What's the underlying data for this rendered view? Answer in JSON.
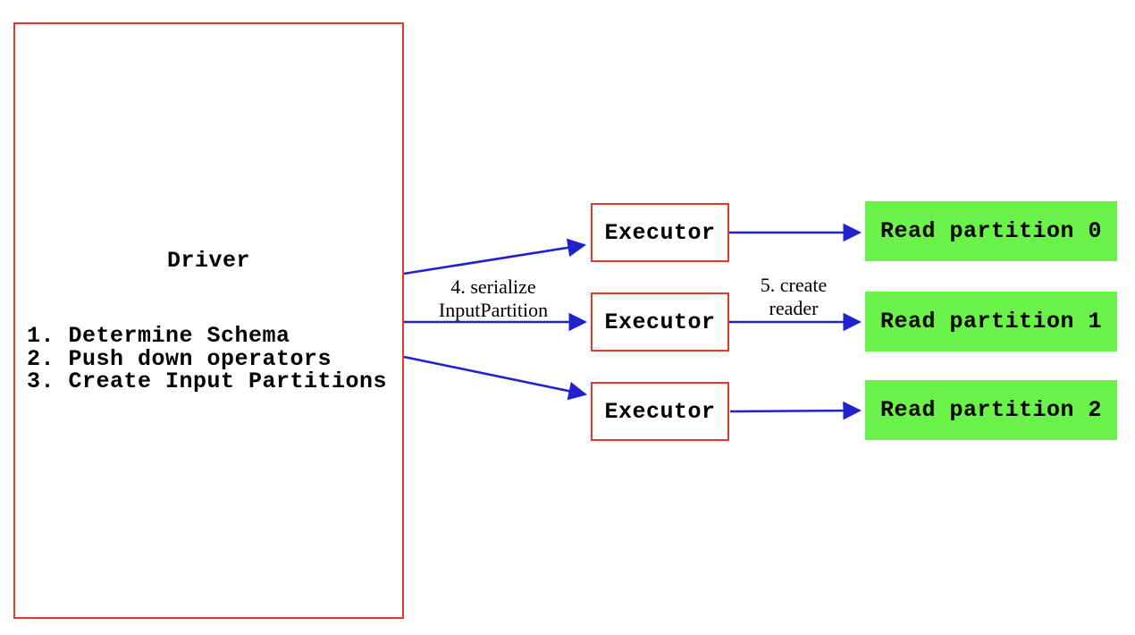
{
  "diagram": {
    "driver": {
      "title": "Driver",
      "steps": [
        "1. Determine Schema",
        "2. Push down operators",
        "3. Create Input Partitions"
      ]
    },
    "executors": [
      {
        "label": "Executor"
      },
      {
        "label": "Executor"
      },
      {
        "label": "Executor"
      }
    ],
    "partitions": [
      {
        "label": "Read partition 0"
      },
      {
        "label": "Read partition 1"
      },
      {
        "label": "Read partition 2"
      }
    ],
    "edge_labels": {
      "serialize": {
        "line1": "4. serialize",
        "line2": "InputPartition"
      },
      "create_reader": {
        "line1": "5. create",
        "line2": "reader"
      }
    },
    "colors": {
      "box_border": "#e5382b",
      "arrow": "#2222cd",
      "partition_fill": "#6bf24a",
      "text": "#000000"
    }
  }
}
